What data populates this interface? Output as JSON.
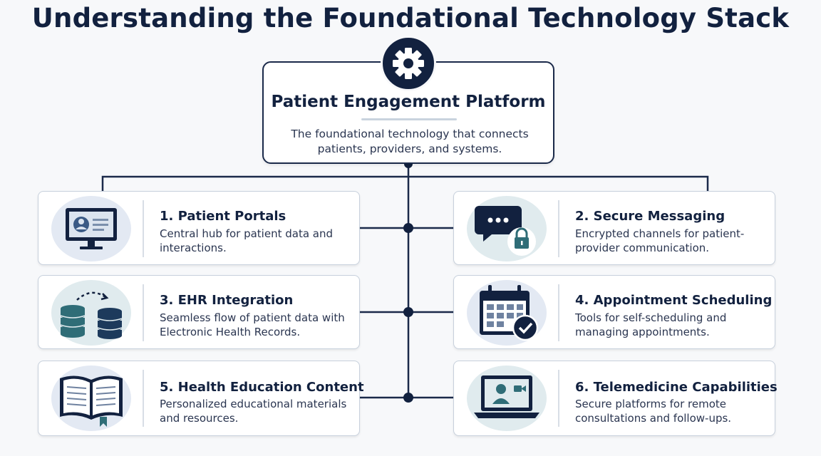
{
  "title": "Understanding the Foundational Technology Stack",
  "center": {
    "icon": "gear-icon",
    "title": "Patient Engagement Platform",
    "description": "The foundational technology that connects patients, providers, and systems."
  },
  "cards": [
    {
      "title": "1. Patient Portals",
      "description": "Central hub for patient data and interactions.",
      "icon": "computer-user-icon"
    },
    {
      "title": "2. Secure Messaging",
      "description": "Encrypted channels for patient-provider communication.",
      "icon": "chat-lock-icon"
    },
    {
      "title": "3. EHR Integration",
      "description": "Seamless flow of patient data with Electronic Health Records.",
      "icon": "database-sync-icon"
    },
    {
      "title": "4. Appointment Scheduling",
      "description": "Tools for self-scheduling and managing appointments.",
      "icon": "calendar-check-icon"
    },
    {
      "title": "5. Health Education Content",
      "description": "Personalized educational materials and resources.",
      "icon": "open-book-icon"
    },
    {
      "title": "6. Telemedicine Capabilities",
      "description": "Secure platforms for remote consultations and follow-ups.",
      "icon": "laptop-video-icon"
    }
  ],
  "colors": {
    "navy": "#12213f",
    "teal": "#2f6d77",
    "slate": "#3a4f6c",
    "light_bg": "#e3e9f3"
  }
}
